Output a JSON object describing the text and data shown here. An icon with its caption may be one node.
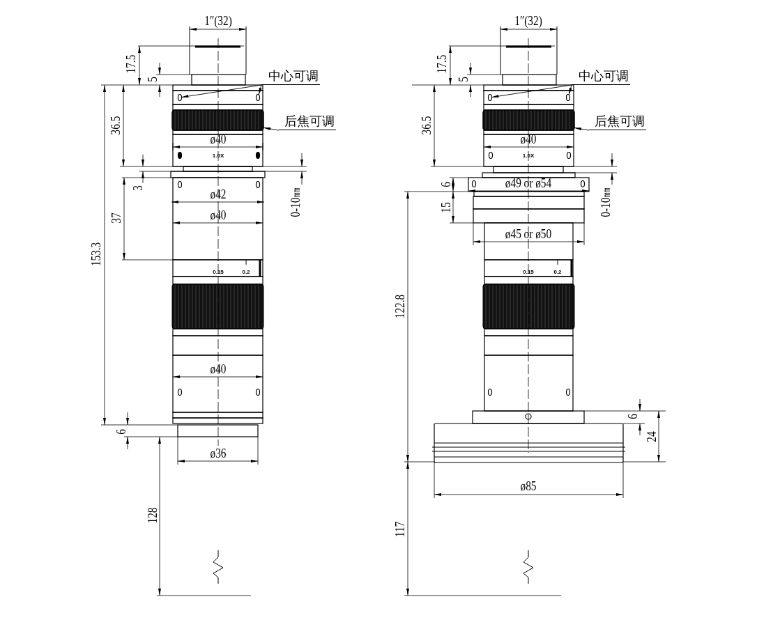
{
  "diagram": {
    "nodes": [
      {
        "text": [
          "中心可调"
        ]
      },
      {
        "text": [],
        "shape": "circle"
      },
      {
        "text": [],
        "shape": "circle"
      },
      {
        "text": [
          "后焦可调"
        ]
      },
      {
        "text": [],
        "shape": "box"
      },
      {
        "text": [
          "中心可调"
        ]
      },
      {
        "text": [],
        "shape": "circle"
      },
      {
        "text": [],
        "shape": "circle"
      },
      {
        "text": [
          "后焦可调"
        ]
      },
      {
        "text": [],
        "shape": "box"
      }
    ],
    "edges": [
      {
        "from": 0,
        "to": 1,
        "arrow": "to"
      },
      {
        "from": 0,
        "to": 2,
        "arrow": "to"
      },
      {
        "from": 3,
        "to": 4,
        "arrow": "to"
      },
      {
        "from": 5,
        "to": 6,
        "arrow": "to"
      },
      {
        "from": 5,
        "to": 7,
        "arrow": "to"
      },
      {
        "from": 8,
        "to": 9,
        "arrow": "to"
      }
    ],
    "labels": [
      "1″(32)",
      "17.5",
      "5",
      "36.5",
      "ø40",
      "1.0X",
      "3",
      "0-10㎜",
      "ø42",
      "37",
      "ø40",
      "153.3",
      "0.15",
      "0.2",
      "ø40",
      "6",
      "ø36",
      "128",
      "1″(32)",
      "17.5",
      "5",
      "36.5",
      "ø40",
      "1.0X",
      "6",
      "ø49 or ø54",
      "0-10㎜",
      "15",
      "ø45 or ø50",
      "122.8",
      "0.15",
      "0.2",
      "6",
      "24",
      "ø85",
      "117"
    ]
  }
}
